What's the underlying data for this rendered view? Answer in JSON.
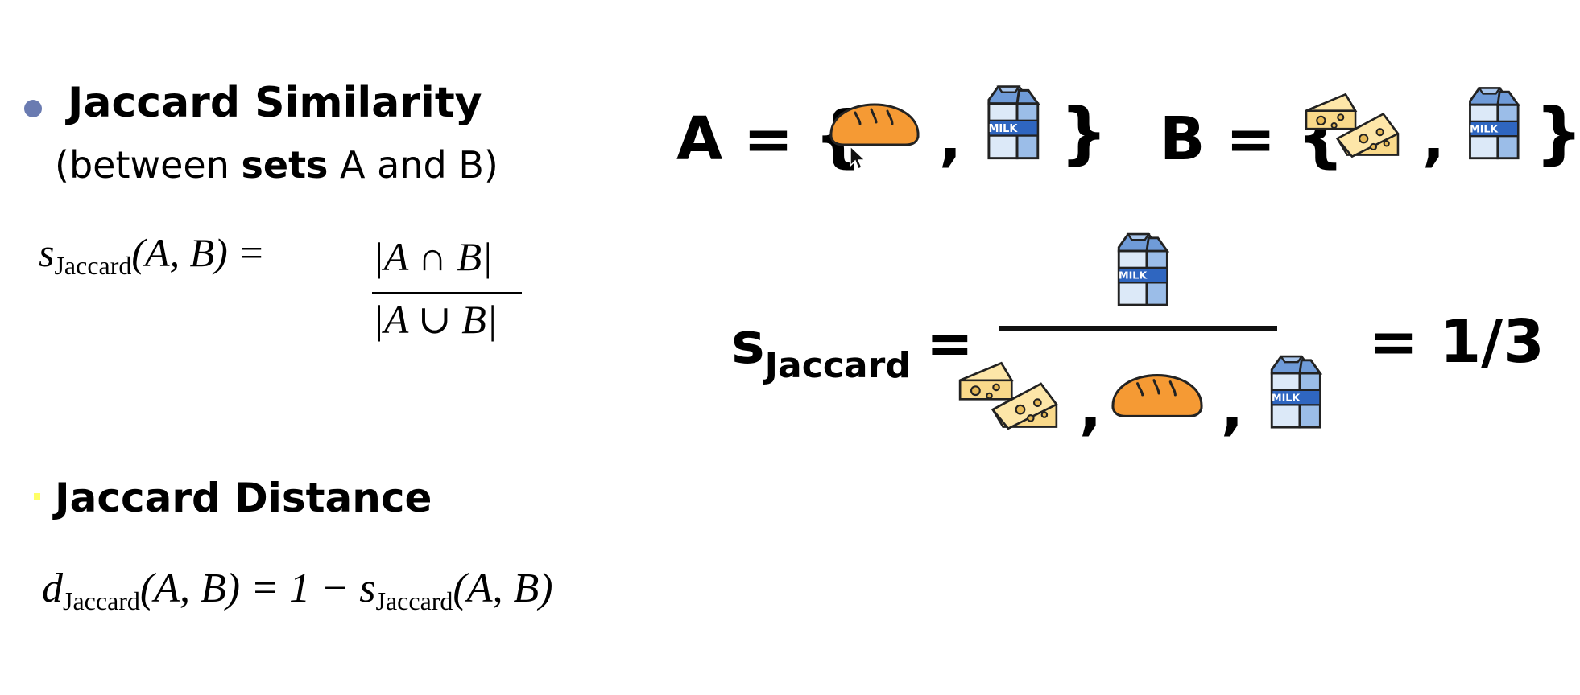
{
  "left": {
    "heading_similarity": "Jaccard Similarity",
    "sub_prefix": "(between ",
    "sub_bold": "sets",
    "sub_suffix": " A and B)",
    "sim_s": "s",
    "sim_sub": "Jaccard",
    "sim_args": "(A, B) =",
    "numerator": "|A ∩ B|",
    "denominator": "|A ∪ B|",
    "heading_distance": "Jaccard Distance",
    "dist_d": "d",
    "dist_sub": "Jaccard",
    "dist_mid": "(A, B) = 1 − s",
    "dist_sub2": "Jaccard",
    "dist_end": "(A, B)"
  },
  "right": {
    "setA_label": "A = ",
    "setB_label": "B = ",
    "open_brace": "{",
    "close_brace": "}",
    "comma": ",",
    "sj_s": "s",
    "sj_sub": "Jaccard",
    "equals": "=",
    "result": "= 1/3",
    "milk_text": "MILK"
  },
  "icons": {
    "bread": "bread-icon",
    "milk": "milk-carton-icon",
    "cheese": "cheese-icon",
    "cursor": "mouse-cursor-icon"
  },
  "colors": {
    "bullet": "#6a7bb1",
    "bread": "#f59a34",
    "milk_body": "#dce9f8",
    "milk_dark": "#6f9bd8",
    "milk_band": "#2f66c0",
    "cheese": "#f9d98a"
  }
}
